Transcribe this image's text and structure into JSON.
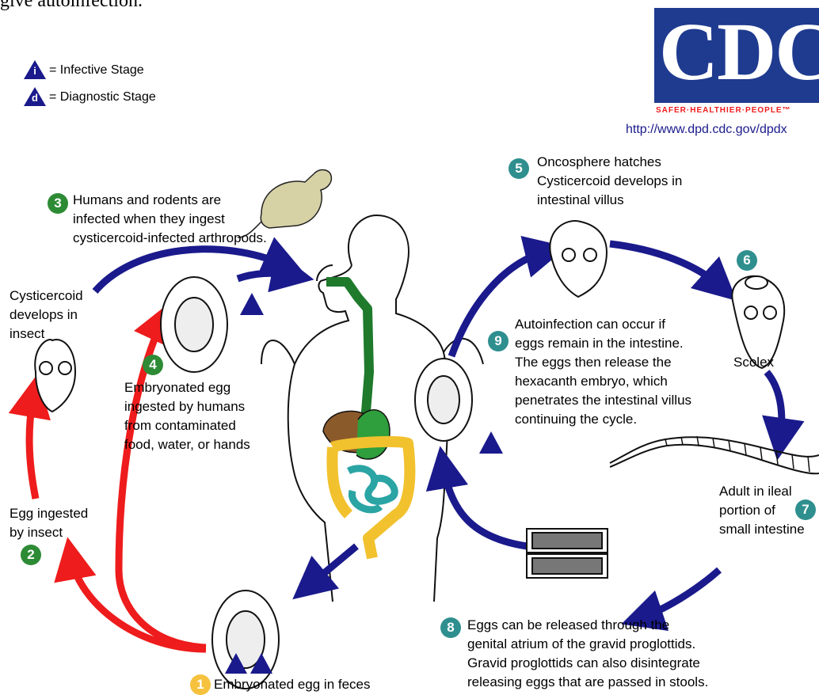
{
  "top_text": "give autoinfection.",
  "legend": {
    "infective_letter": "i",
    "infective_label": "= Infective Stage",
    "diagnostic_letter": "d",
    "diagnostic_label": "= Diagnostic Stage"
  },
  "logo": {
    "text": "CDC",
    "tagline": "SAFER·HEALTHIER·PEOPLE™",
    "url": "http://www.dpd.cdc.gov/dpdx"
  },
  "steps": [
    {
      "num": "1",
      "text": "Embryonated egg in feces"
    },
    {
      "num": "2",
      "text": "Egg ingested\nby insect"
    },
    {
      "num": "3",
      "text": "Humans and rodents are\ninfected when they ingest\ncysticercoid-infected arthropods."
    },
    {
      "num": "4",
      "text": "Embryonated egg\ningested by humans\nfrom contaminated\nfood, water, or hands"
    },
    {
      "num": "5",
      "text": "Oncosphere hatches\nCysticercoid develops in\nintestinal villus"
    },
    {
      "num": "6",
      "text": "Scolex"
    },
    {
      "num": "7",
      "text": "Adult in ileal\nportion of\nsmall intestine"
    },
    {
      "num": "8",
      "text": "Eggs can be released through the\ngenital atrium of the gravid proglottids.\nGravid proglottids can also disintegrate\nreleasing eggs that are passed in stools."
    },
    {
      "num": "9",
      "text": "Autoinfection can occur if\neggs remain in the intestine.\nThe eggs then release the\nhexacanth embryo, which\npenetrates the intestinal villus\ncontinuing the cycle."
    }
  ],
  "cysticercoid_label": "Cysticercoid\ndevelops in\ninsect",
  "colors": {
    "arrow_blue": "#1a1a8c",
    "arrow_red": "#ee1c1c",
    "badge_green": "#2e8b35",
    "badge_teal": "#2f8f8f",
    "badge_yellow": "#f6c23e",
    "cdc_blue": "#1f3b8f"
  }
}
